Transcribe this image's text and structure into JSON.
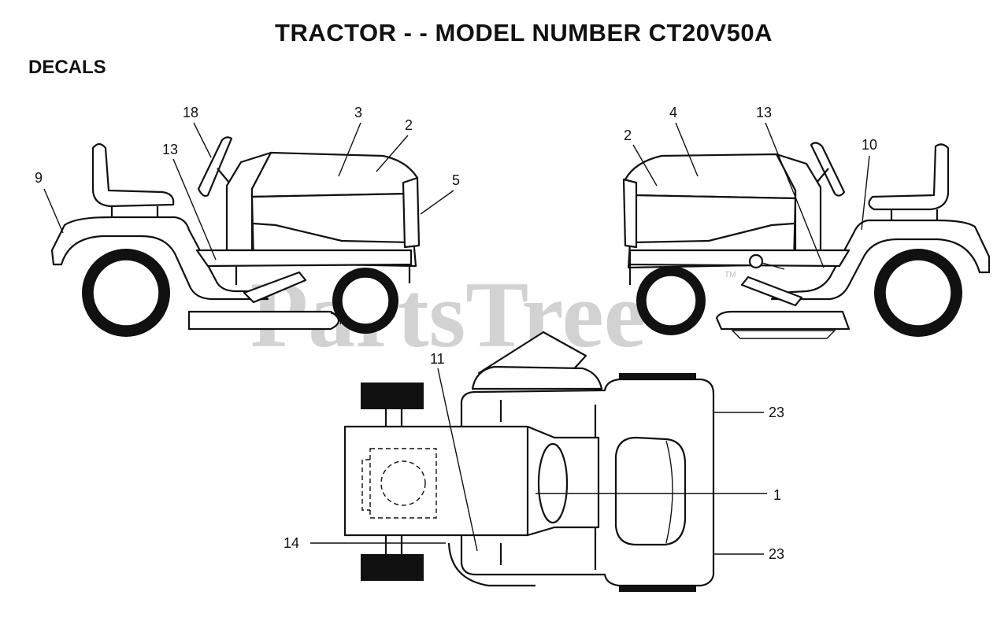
{
  "title": "TRACTOR - - MODEL NUMBER CT20V50A",
  "section": "DECALS",
  "watermark": "PartsTree",
  "watermark_tm": "TM",
  "callouts": {
    "left_18": "18",
    "left_3": "3",
    "left_2": "2",
    "left_13": "13",
    "left_9": "9",
    "left_5": "5",
    "right_4": "4",
    "right_13": "13",
    "right_2": "2",
    "right_10": "10",
    "top_11": "11",
    "top_23a": "23",
    "top_1": "1",
    "top_14": "14",
    "top_23b": "23"
  }
}
